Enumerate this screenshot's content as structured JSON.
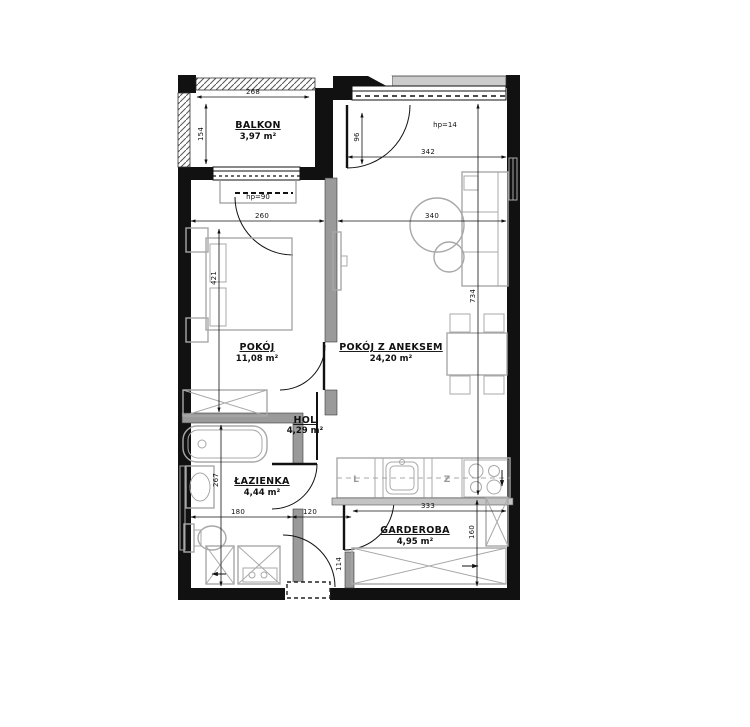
{
  "rooms": [
    {
      "name": "BALKON",
      "area": "3,97 m²"
    },
    {
      "name": "POKÓJ",
      "area": "11,08 m²"
    },
    {
      "name": "POKÓJ Z ANEKSEM",
      "area": "24,20 m²"
    },
    {
      "name": "HOL",
      "area": "4,29 m²"
    },
    {
      "name": "ŁAZIENKA",
      "area": "4,44 m²"
    },
    {
      "name": "GARDEROBA",
      "area": "4,95 m²"
    }
  ],
  "dims": {
    "balcony_width": "268",
    "balcony_depth": "154",
    "bedroom_width": "260",
    "living_width": "340",
    "living_window": "342",
    "bedroom_depth": "421",
    "bathroom_depth": "267",
    "living_depth": "734",
    "bathroom_width": "180",
    "hall_width": "120",
    "garderoba_width": "333",
    "balcony_door": "96",
    "garderoba_side_depth": "160",
    "entry_side": "114"
  },
  "annotations": {
    "hp_top": "hp=14",
    "hp_bedroom": "hp=90"
  },
  "kitchen": {
    "fridge_label": "L",
    "dishwasher_label": "Z"
  },
  "colors": {
    "wall": "#111111",
    "interior_wall": "#9a9a9a",
    "furniture": "#a8a8a8",
    "background": "#ffffff"
  }
}
